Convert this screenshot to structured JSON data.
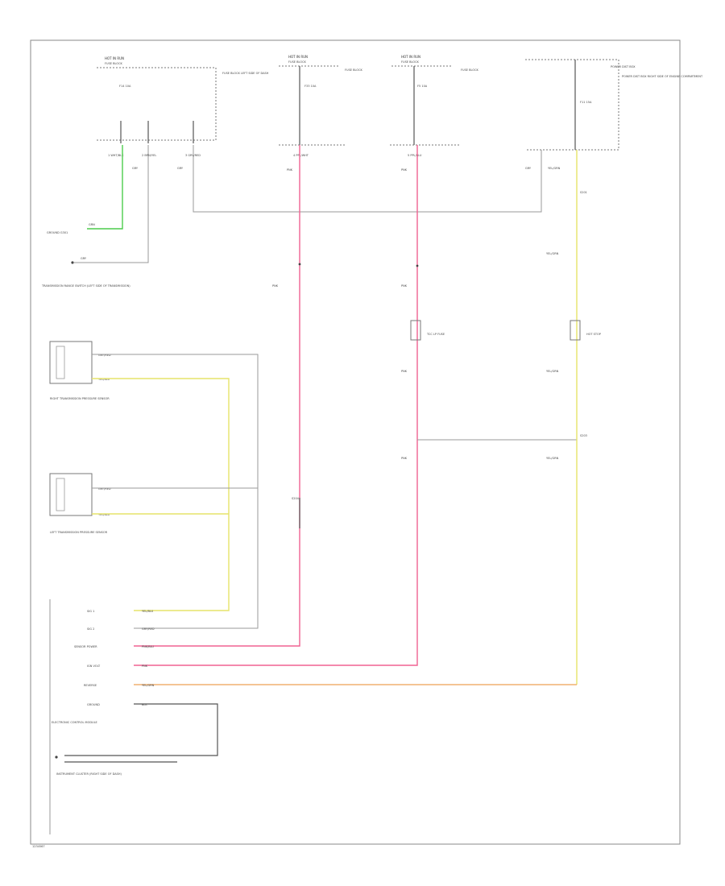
{
  "fuse_boxes": [
    {
      "title": "HOT IN RUN",
      "subtitle": "FUSE BLOCK",
      "fuse": "F14 10A"
    },
    {
      "title": "HOT IN RUN",
      "subtitle": "FUSE BLOCK",
      "fuse": "F33 10A"
    },
    {
      "title": "HOT IN RUN",
      "subtitle": "FUSE BLOCK",
      "fuse": "F5 10A"
    },
    {
      "title": "",
      "subtitle": "POWER DIST BOX",
      "fuse": "F11 15A"
    }
  ],
  "fuse_notes": [
    "FUSE BLOCK LEFT SIDE OF DASH",
    "FUSE BLOCK",
    "FUSE BLOCK",
    "POWER DIST BOX RIGHT SIDE OF ENGINE COMPARTMENT"
  ],
  "top_pins": [
    "1 WHT/BLK",
    "2 BRN/YEL",
    "3 GRY/RED",
    "4 PPL/WHT",
    "5 PPL/BLU"
  ],
  "wire_labels": {
    "gray": "GRY",
    "pink_a": "PNK",
    "pink_b": "PNK",
    "yellow": "YEL/GRN",
    "green": "GRN",
    "ground_label": "GROUND G301",
    "shift_wire": "GRY",
    "pnk_mid": "PNK",
    "pnk_low": "PNK",
    "yel_mid": "YEL/GRN",
    "yel_low": "YEL/GRN",
    "tcc": "TCC LP FUSE",
    "tcc2": "HOT STOP",
    "pink_splice": "S204",
    "yellow_splice": "S201",
    "cross_splice": "S203"
  },
  "components": {
    "transmission_left": "TRANSMISSION RANGE SWITCH (LEFT SIDE OF TRANSMISSION)",
    "right_sensor": "RIGHT TRANSMISSION PRESSURE SENSOR",
    "left_sensor": "LEFT TRANSMISSION PRESSURE SENSOR",
    "ecm": "ELECTRONIC CONTROL MODULE",
    "lamp": "INSTRUMENT CLUSTER (RIGHT SIDE OF DASH)"
  },
  "ecm_pins": [
    {
      "name": "SIG 1",
      "wire": "YEL/BLU"
    },
    {
      "name": "SIG 2",
      "wire": "GRY/RED"
    },
    {
      "name": "SENSOR POWER",
      "wire": "PNK/BLU"
    },
    {
      "name": "IGN VOLT",
      "wire": "PNK"
    },
    {
      "name": "REVERSE",
      "wire": "YEL/GRN"
    },
    {
      "name": "GROUND",
      "wire": "BLK"
    }
  ],
  "sensor_pins": {
    "right_a": "GRY/RED",
    "right_b": "YEL/BLU",
    "left_a": "GRY/RED",
    "left_b": "YEL/BLU"
  },
  "footer": "1234567"
}
